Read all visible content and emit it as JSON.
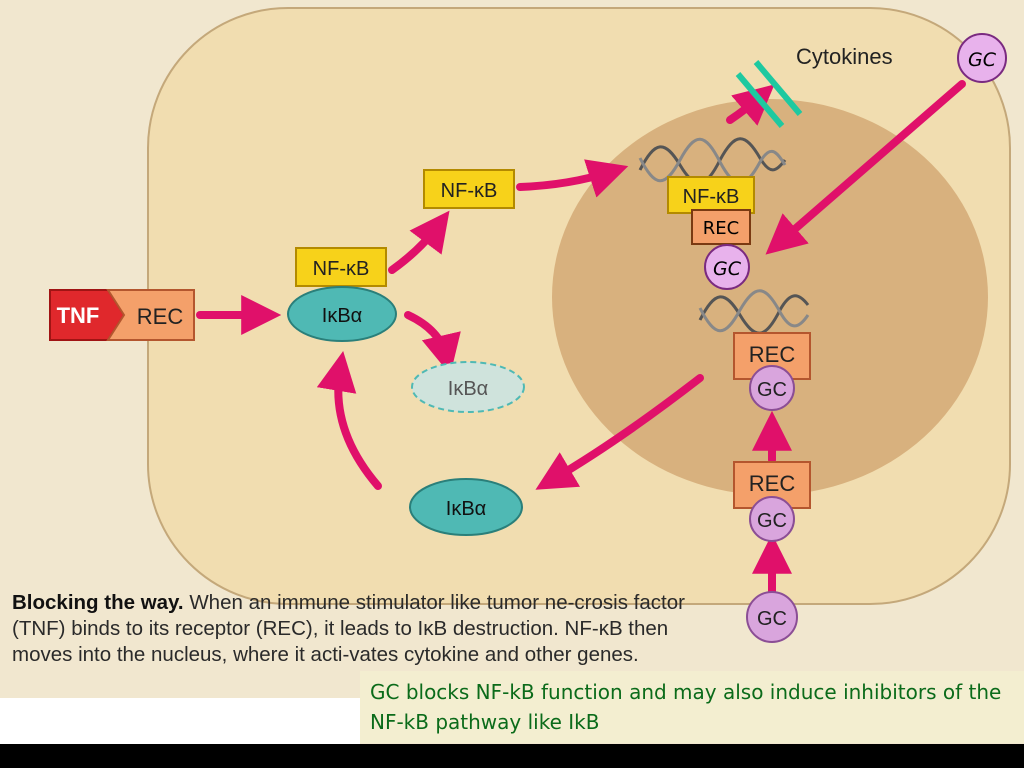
{
  "labels": {
    "tnf": "TNF",
    "rec": "REC",
    "nfkb": "NF-κB",
    "ikba": "IκBα",
    "cytokines": "Cytokines",
    "gc": "GC"
  },
  "caption": {
    "bold": "Blocking the way.",
    "text": " When an immune stimulator like tumor ne-crosis factor (TNF) binds to its receptor (REC), it leads to IκB destruction. NF-κB then moves into the nucleus, where it acti-vates cytokine and other genes."
  },
  "note": "GC blocks NF-kB function and may also induce inhibitors of the NF-kB pathway like IkB",
  "colors": {
    "cell": "#f1ddb0",
    "nucleus": "#d8b17e",
    "arrow": "#e0106a",
    "nfkb_box": "#f7d21a",
    "rec_box": "#f4a06a",
    "ikba": "#4fb9b4",
    "gc": "#d9a5dd",
    "tnf": "#e0282c",
    "block": "#1ec9a0",
    "note_text": "#0b6b1a"
  }
}
